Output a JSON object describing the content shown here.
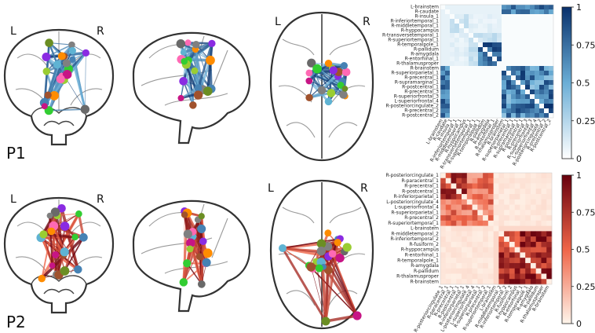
{
  "panels": [
    {
      "id": "P1",
      "label": "P1",
      "hemi_left": "L",
      "hemi_right": "R",
      "hemi_left_axial": "L",
      "hemi_right_axial": "R",
      "palette": {
        "low": "#ffffff",
        "mid": "#6baed6",
        "high": "#08306b",
        "edge": "#2f5fb4"
      },
      "colorbar_ticks": [
        "1",
        "0.75",
        "0.5",
        "0.25",
        "0"
      ],
      "matrix_row_labels": [
        "L-brainstem",
        "R-caudate",
        "R-insula_1",
        "R-inferiortemporal_1",
        "R-middletemporal_1",
        "R-hyppocampus",
        "R-transversetemporal_1",
        "R-superiortemporal_1",
        "R-temporalpole_1",
        "R-pallidum",
        "R-amygdala",
        "R-entorhinal_1",
        "R-thalamusproper",
        "R-brainstem",
        "R-superiorparietal_1",
        "R-precentral_1",
        "R-supramarginal_1",
        "R-postcentral_1",
        "R-precentral_3",
        "R-superiorfrontal_3",
        "L-superiorfrontal_4",
        "R-posteriorcingulate_2",
        "R-precentral_2",
        "R-postcentral_2"
      ],
      "matrix_col_labels": [
        "L-brainstem",
        "R-caudate",
        "R-insula_1",
        "R-inferiortemporal_1",
        "R-middletemporal_1",
        "R-hyppocampus",
        "R-transversetemporal_1",
        "R-superiortemporal_1",
        "R-temporalpole_1",
        "R-pallidum",
        "R-amygdala",
        "R-entorhinal_1",
        "R-thalamusproper",
        "R-brainstem",
        "R-superiorparietal_1",
        "R-precentral_1",
        "R-supramarginal_1",
        "R-postcentral_1",
        "R-precentral_3",
        "R-superiorfrontal_3",
        "L-superiorfrontal_4",
        "R-posteriorcingulate_2",
        "R-precentral_2",
        "R-postcentral_2"
      ]
    },
    {
      "id": "P2",
      "label": "P2",
      "hemi_left": "L",
      "hemi_right": "R",
      "hemi_left_axial": "L",
      "hemi_right_axial": "R",
      "palette": {
        "low": "#fff5eb",
        "mid": "#ef6548",
        "high": "#67000d",
        "edge": "#b3201e"
      },
      "colorbar_ticks": [
        "1",
        "0.75",
        "0.5",
        "0.25",
        "0"
      ],
      "matrix_row_labels": [
        "R-posteriorcingulate_1",
        "R-paracentral_1",
        "R-precentral_1",
        "R-postcentral_1",
        "R-inferiorparietal_1",
        "L-posteriorcingulate_4",
        "L-superiorfrontal_4",
        "R-superiorparietal_1",
        "R-precentral_2",
        "R-superiortemporal_1",
        "L-brainstem",
        "R-middletemporal_2",
        "R-inferiortemporal_2",
        "R-fusiform_2",
        "R-hyppocampus",
        "R-entorhinal_1",
        "R-temporalpole_1",
        "R-amygdala",
        "R-pallidum",
        "R-thalamusproper",
        "R-brainstem"
      ],
      "matrix_col_labels": [
        "R-posteriorcingulate_1",
        "R-paracentral_1",
        "R-precentral_1",
        "R-postcentral_1",
        "R-inferiorparietal_1",
        "L-posteriorcingulate_4",
        "L-superiorfrontal_4",
        "R-superiorparietal_1",
        "R-precentral_2",
        "R-superiortemporal_1",
        "L-brainstem",
        "R-middletemporal_2",
        "R-inferiortemporal_2",
        "R-fusiform_2",
        "R-hyppocampus",
        "R-entorhinal_1",
        "R-temporalpole_1",
        "R-amygdala",
        "R-pallidum",
        "R-thalamusproper",
        "R-brainstem"
      ]
    }
  ]
}
